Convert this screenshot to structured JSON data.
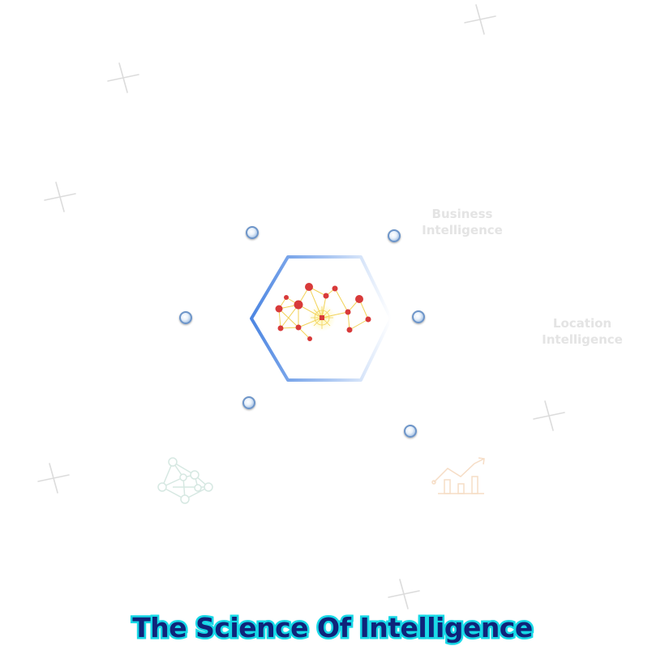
{
  "title": "The Science Of Intelligence",
  "labels": {
    "business_line1": "Business",
    "business_line2": "Intelligence",
    "location_line1": "Location",
    "location_line2": "Intelligence"
  },
  "icons": {
    "center": "neural-network-brain-icon",
    "network": "network-graph-icon",
    "chart": "growth-chart-icon",
    "sparkle": "sparkle-icon"
  },
  "colors": {
    "title_fill": "#10247a",
    "title_outline": "#18d8e6",
    "hex_stroke": "#5a8fe0",
    "node_red": "#d83a3a",
    "link_yellow": "#f2d256",
    "faded_label": "#e4e4e4"
  }
}
